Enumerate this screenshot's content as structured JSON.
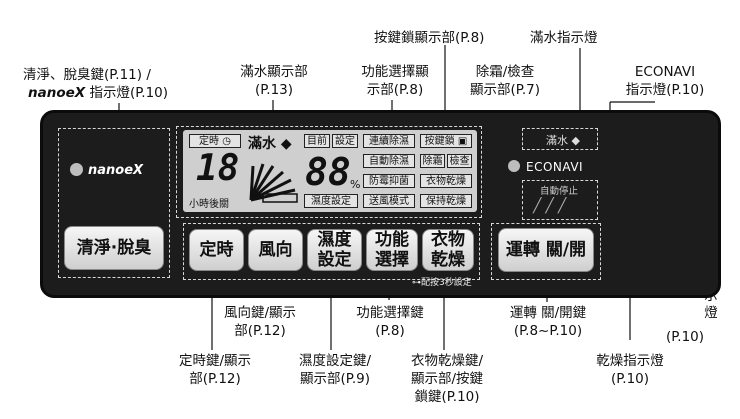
{
  "labels": {
    "key_lock_display": "按鍵鎖顯示部(P.8)",
    "full_water_indicator": "滿水指示燈",
    "clean_deodor_key_1": "清淨、脫臭鍵(P.11) /",
    "nanoe_logo": "nanoeX",
    "clean_deodor_key_2": "指示燈(P.10)",
    "full_water_display_1": "滿水顯示部",
    "full_water_display_2": "(P.13)",
    "function_select_display_1": "功能選擇顯",
    "function_select_display_2": "示部(P.8)",
    "defrost_check_1": "除霜/檢查",
    "defrost_check_2": "顯示部(P.7)",
    "econavi_1": "ECONAVI",
    "econavi_2": "指示燈(P.10)",
    "auto_stop_indicator": "自動停止指示燈",
    "auto_stop_page": "(P.10)",
    "wind_dir_1": "風向鍵/顯示",
    "wind_dir_2": "部(P.12)",
    "func_key_1": "功能選擇鍵",
    "func_key_2": "(P.8)",
    "run_key_1": "運轉 關/開鍵",
    "run_key_2": "(P.8~P.10)",
    "timer_1": "定時鍵/顯示",
    "timer_2": "部(P.12)",
    "humidity_1": "濕度設定鍵/",
    "humidity_2": "顯示部(P.9)",
    "clothes_1": "衣物乾燥鍵/",
    "clothes_2": "顯示部/按鍵",
    "clothes_3": "鎖鍵(P.10)",
    "dry_1": "乾燥指示燈",
    "dry_2": "(P.10)"
  },
  "panel": {
    "nanoe_logo": "nanoeX",
    "full_water_lamp": "滿水",
    "econavi": "ECONAVI",
    "auto_stop": "自動停止"
  },
  "lcd": {
    "timer": "定時",
    "hours_digits": "18",
    "off_after": "小時後關",
    "full_water": "滿水",
    "current": "目前",
    "setting": "設定",
    "humidity_digits": "88",
    "percent": "%",
    "humidity_setting": "濕度設定",
    "mode_continuous": "連續除濕",
    "mode_auto": "自動除濕",
    "mode_mold": "防霉抑菌",
    "mode_fan": "送風模式",
    "key_lock": "按鍵鎖",
    "defrost": "除霜",
    "check": "檢查",
    "mode_clothes": "衣物乾燥",
    "mode_keep_dry": "保持乾燥"
  },
  "buttons": {
    "clean": "清淨·脫臭",
    "timer": "定時",
    "wind": "風向",
    "humidity": "濕度\n設定",
    "function": "功能\n選擇",
    "clothes": "衣物\n乾燥",
    "press_hint": "⊶配按3秒設定",
    "run": "運轉 關/開"
  }
}
